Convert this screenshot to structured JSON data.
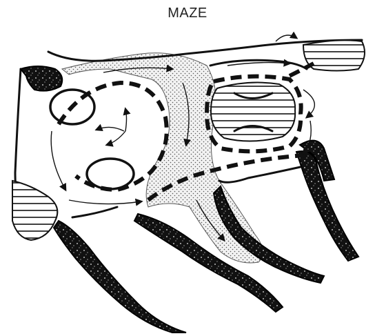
{
  "diagram": {
    "title": "MAZE",
    "structures": {
      "vessels": [
        "svc-vessel",
        "ivc-vessel",
        "pulmonary-vein-1",
        "pulmonary-vein-2",
        "pulmonary-vein-3",
        "pulmonary-vein-4"
      ],
      "valves": [
        "upper-valve",
        "lower-valve"
      ],
      "appendages": [
        "right-appendage",
        "left-appendage",
        "left-atrial-appendage"
      ]
    },
    "legend_visible": false
  }
}
